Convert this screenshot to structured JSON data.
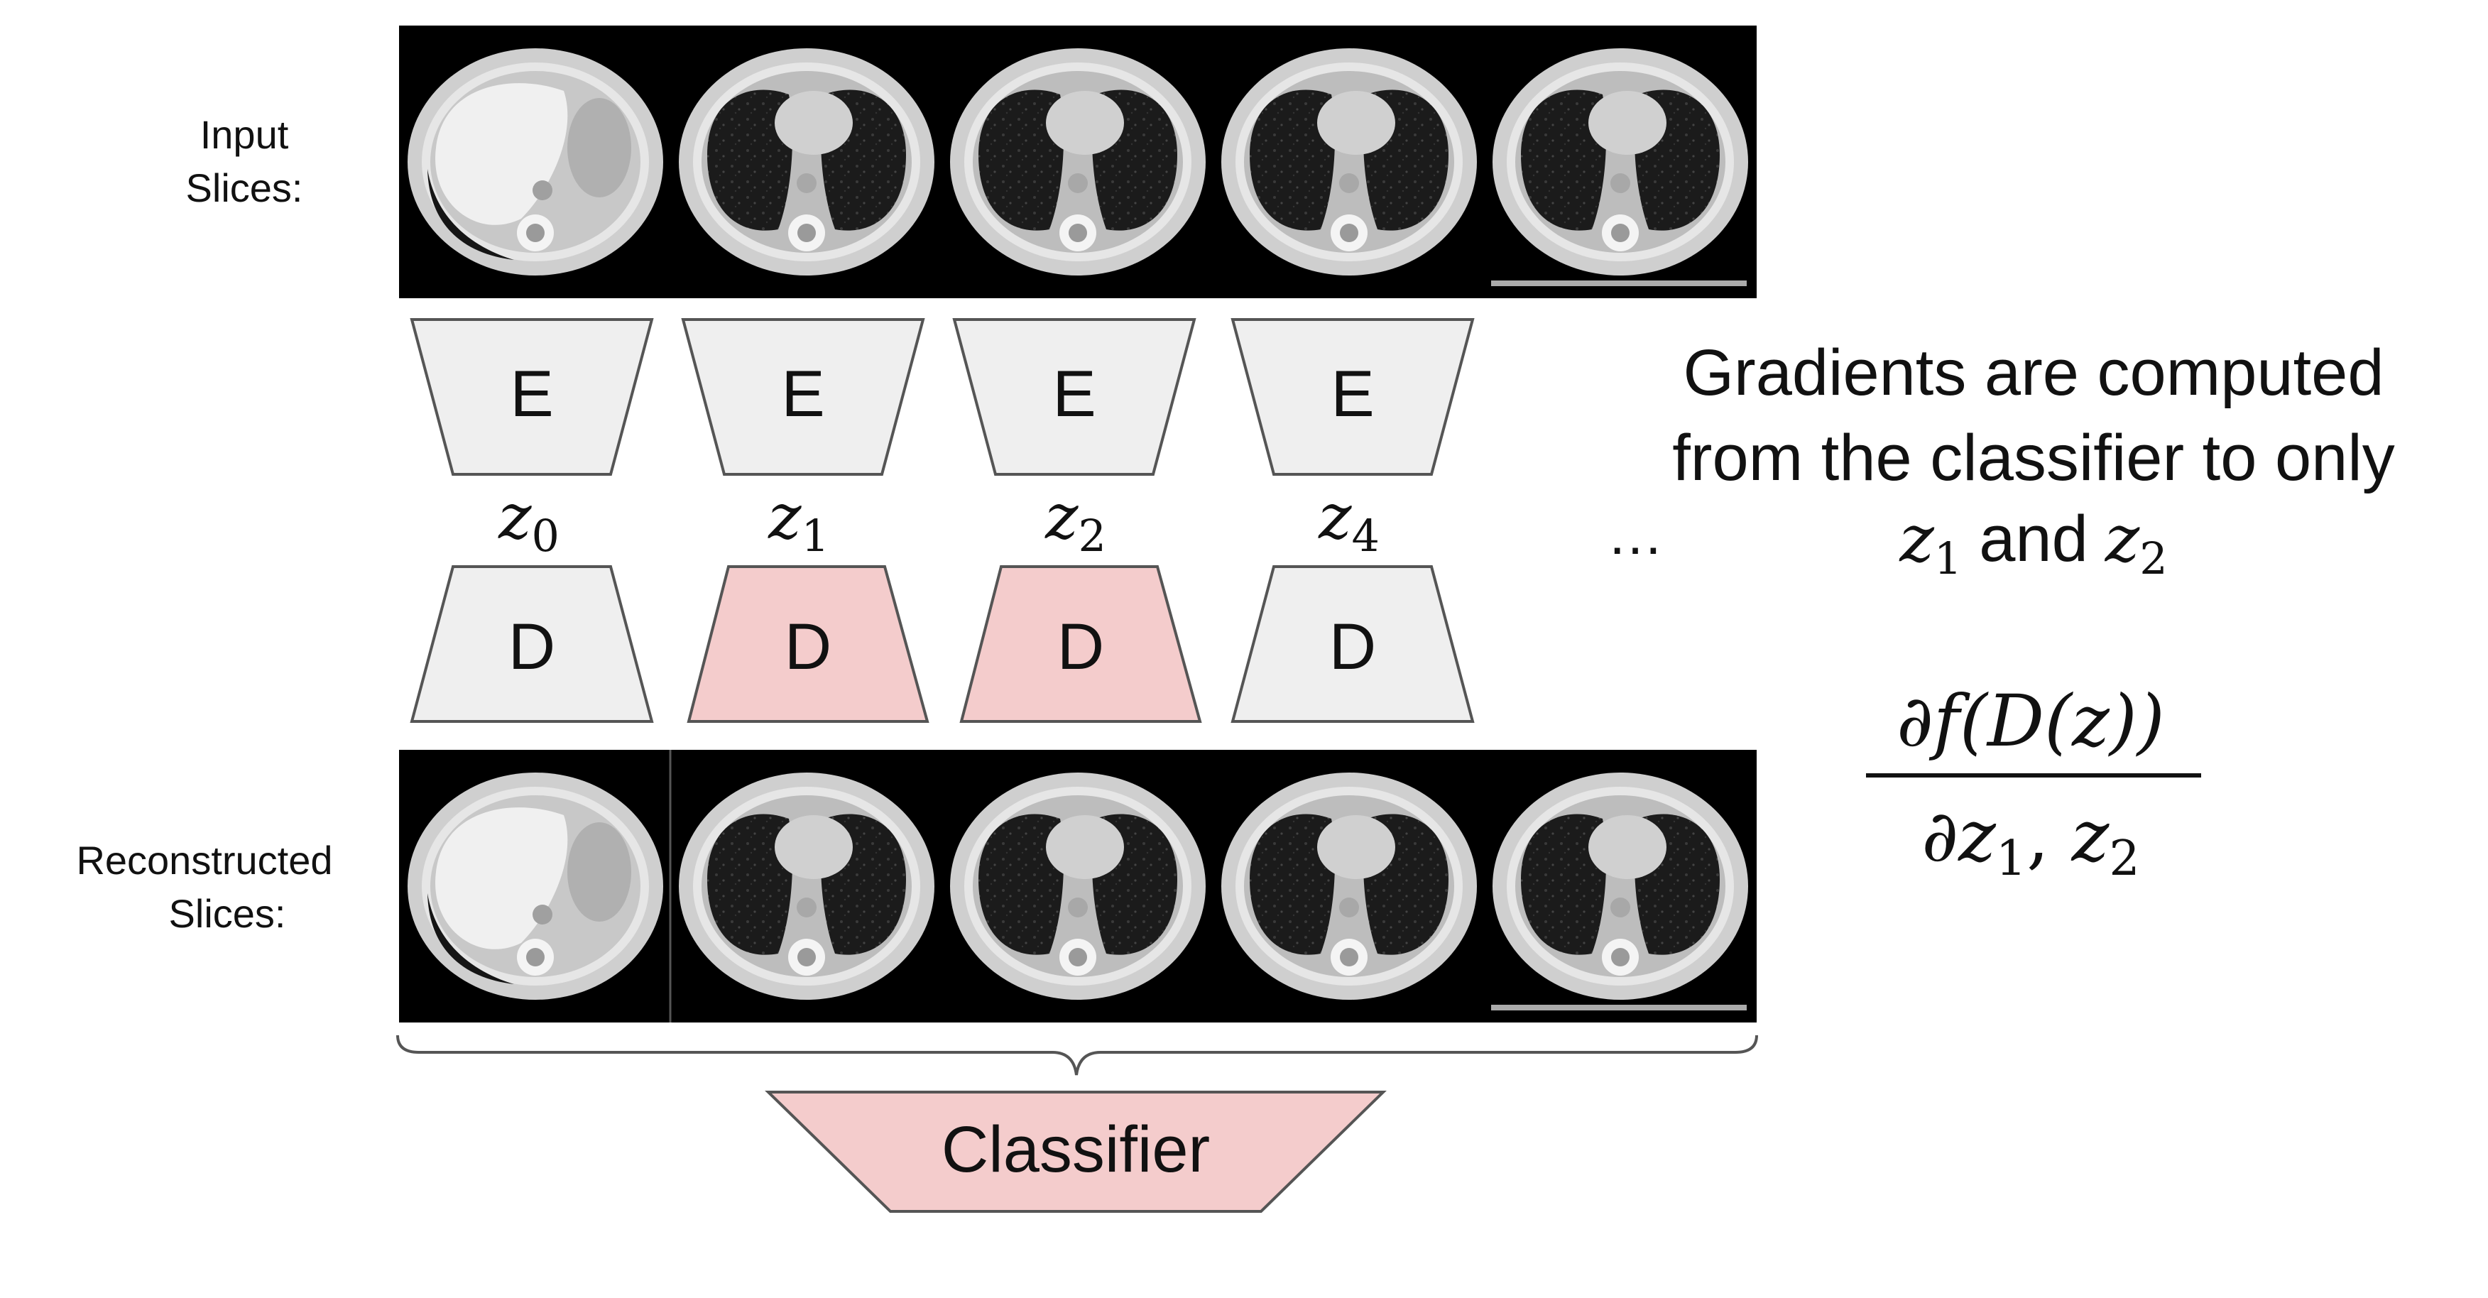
{
  "labels": {
    "input": [
      "Input",
      "Slices:"
    ],
    "reconstructed": [
      "Reconstructed",
      "Slices:"
    ]
  },
  "encoders": [
    {
      "label": "E",
      "highlighted": false
    },
    {
      "label": "E",
      "highlighted": false
    },
    {
      "label": "E",
      "highlighted": false
    },
    {
      "label": "E",
      "highlighted": false
    }
  ],
  "latents": [
    {
      "symbol": "z",
      "subscript": "0"
    },
    {
      "symbol": "z",
      "subscript": "1"
    },
    {
      "symbol": "z",
      "subscript": "2"
    },
    {
      "symbol": "z",
      "subscript": "4"
    }
  ],
  "ellipsis": "…",
  "decoders": [
    {
      "label": "D",
      "highlighted": false
    },
    {
      "label": "D",
      "highlighted": true
    },
    {
      "label": "D",
      "highlighted": true
    },
    {
      "label": "D",
      "highlighted": false
    }
  ],
  "classifier": {
    "label": "Classifier"
  },
  "note": {
    "lines": [
      "Gradients are computed",
      "from the classifier to only"
    ],
    "and_word": "and",
    "vars": [
      {
        "symbol": "z",
        "subscript": "1"
      },
      {
        "symbol": "z",
        "subscript": "2"
      }
    ]
  },
  "formula": {
    "numerator": "∂f(D(z))",
    "denominator": {
      "partial": "∂",
      "vars": [
        {
          "symbol": "z",
          "subscript": "1"
        },
        {
          "symbol": "z",
          "subscript": "2"
        }
      ],
      "separator": ", "
    }
  },
  "colors": {
    "block_gray": "#efefef",
    "block_pink": "#f4cccc",
    "block_stroke": "#555555",
    "panel_bg": "#000000",
    "scan_body": "#d9d9d9",
    "lung": "#1a1a1a",
    "organ": "#bcbcbc",
    "bone": "#f2f2f2"
  }
}
